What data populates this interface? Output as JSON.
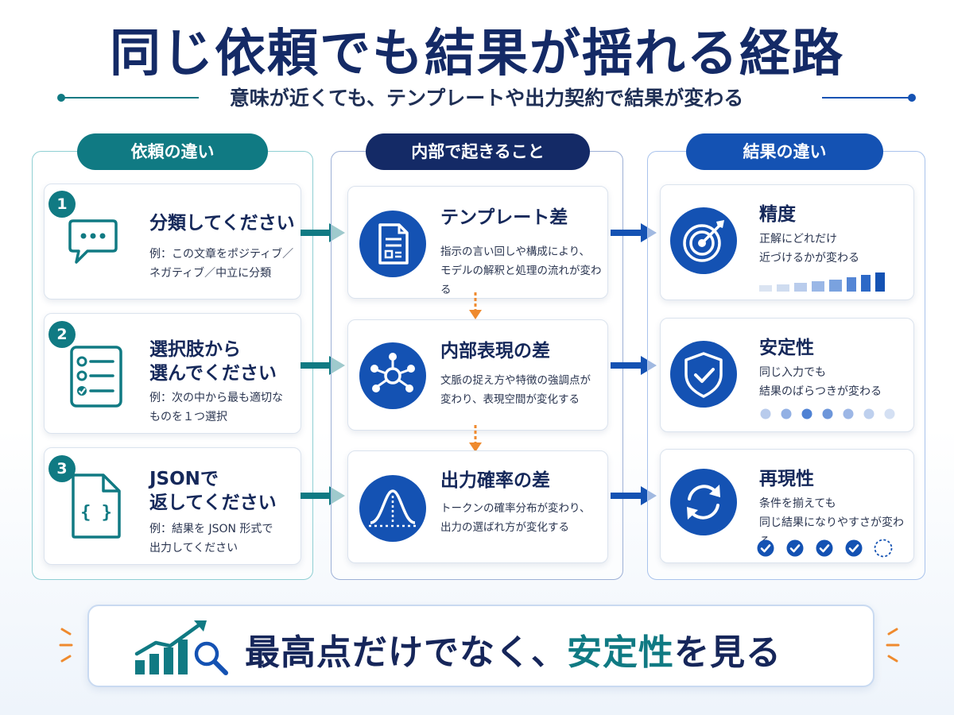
{
  "title": "同じ依頼でも結果が揺れる経路",
  "subtitle": "意味が近くても、テンプレートや出力契約で結果が変わる",
  "colors": {
    "teal": "#107a83",
    "navy": "#142a66",
    "blue": "#1452b3",
    "orange": "#ef8a2e"
  },
  "columns": {
    "requests": {
      "header": "依頼の違い",
      "items": [
        {
          "num": "1",
          "title": "分類してください",
          "desc": "例：この文章をポジティブ／\nネガティブ／中立に分類",
          "icon": "chat-bubble-icon"
        },
        {
          "num": "2",
          "title": "選択肢から\n選んでください",
          "desc": "例：次の中から最も適切な\nものを１つ選択",
          "icon": "checklist-icon"
        },
        {
          "num": "3",
          "title": "JSONで\n返してください",
          "desc": "例：結果を JSON 形式で\n出力してください",
          "icon": "json-file-icon"
        }
      ]
    },
    "internal": {
      "header": "内部で起きること",
      "items": [
        {
          "title": "テンプレート差",
          "desc": "指示の言い回しや構成により、\nモデルの解釈と処理の流れが変わる",
          "icon": "document-icon"
        },
        {
          "title": "内部表現の差",
          "desc": "文脈の捉え方や特徴の強調点が\n変わり、表現空間が変化する",
          "icon": "network-icon"
        },
        {
          "title": "出力確率の差",
          "desc": "トークンの確率分布が変わり、\n出力の選ばれ方が変化する",
          "icon": "bell-curve-icon"
        }
      ]
    },
    "results": {
      "header": "結果の違い",
      "items": [
        {
          "title": "精度",
          "desc": "正解にどれだけ\n近づけるかが変わる",
          "icon": "target-icon",
          "indicator": "bar-scale"
        },
        {
          "title": "安定性",
          "desc": "同じ入力でも\n結果のばらつきが変わる",
          "icon": "shield-check-icon",
          "indicator": "dot-scale"
        },
        {
          "title": "再現性",
          "desc": "条件を揃えても\n同じ結果になりやすさが変わる",
          "icon": "refresh-icon",
          "indicator": "check-scale",
          "checks_done": 4,
          "checks_total": 5
        }
      ]
    }
  },
  "banner": {
    "part1": "最高点だけでなく、",
    "accent": "安定性",
    "part2": "を見る",
    "icon": "chart-magnifier-icon"
  }
}
